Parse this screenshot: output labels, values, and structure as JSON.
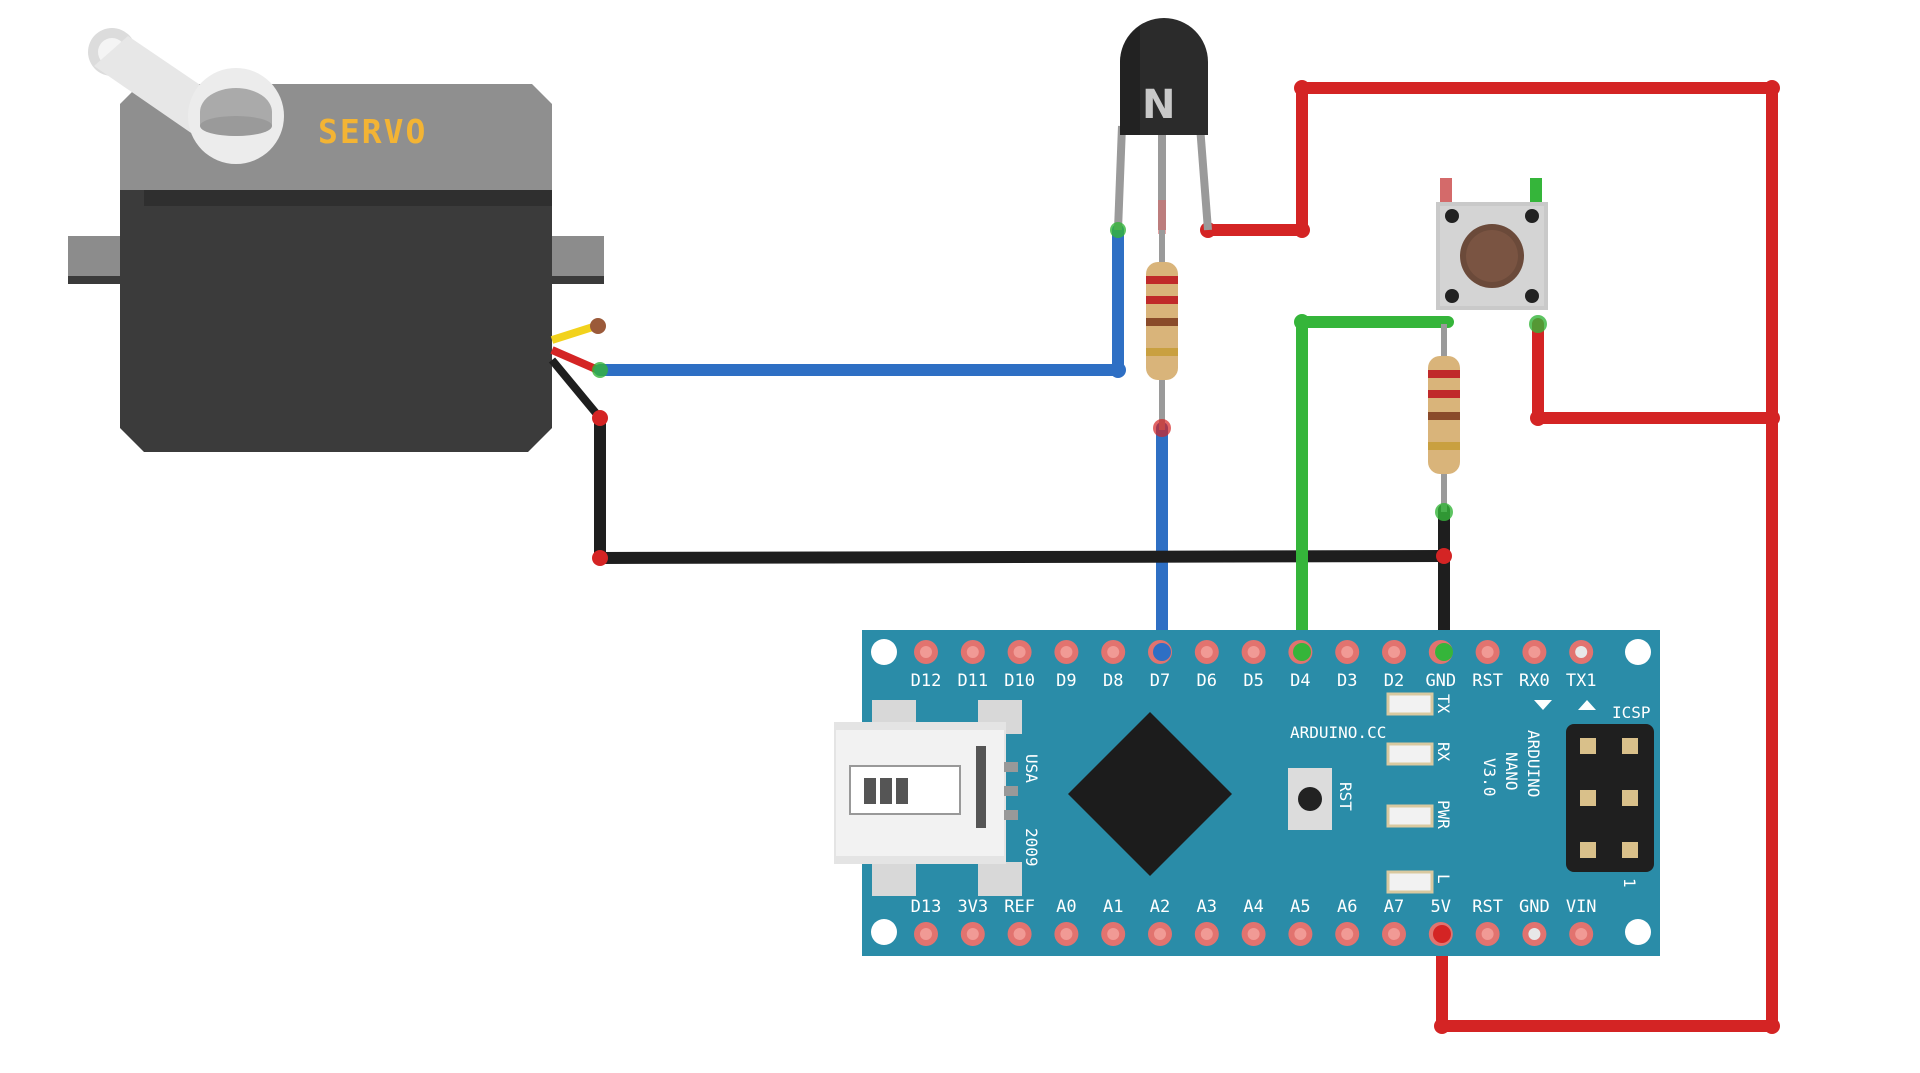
{
  "servo": {
    "label": "SERVO"
  },
  "transistor": {
    "label": "N"
  },
  "board": {
    "brand": "ARDUINO.CC",
    "model_line1": "ARDUINO",
    "model_line2": "NANO",
    "model_line3": "V3.0",
    "icsp": "ICSP",
    "usa": "USA",
    "year": "2009",
    "rst_button": "RST",
    "led_labels": [
      "TX",
      "RX",
      "PWR",
      "L"
    ],
    "top_pins": [
      "D12",
      "D11",
      "D10",
      "D9",
      "D8",
      "D7",
      "D6",
      "D5",
      "D4",
      "D3",
      "D2",
      "GND",
      "RST",
      "RX0",
      "TX1"
    ],
    "bottom_pins": [
      "D13",
      "3V3",
      "REF",
      "A0",
      "A1",
      "A2",
      "A3",
      "A4",
      "A5",
      "A6",
      "A7",
      "5V",
      "RST",
      "GND",
      "VIN"
    ],
    "icsp_pin1_mark": "1"
  },
  "colors": {
    "board": "#2a8ca8",
    "wire_blue": "#2e6fc4",
    "wire_red": "#d42424",
    "wire_green": "#35b53a",
    "wire_black": "#1e1e1e",
    "servo_body": "#3a3a3a",
    "servo_top": "#8c8c8c",
    "servo_label": "#f3b434"
  }
}
